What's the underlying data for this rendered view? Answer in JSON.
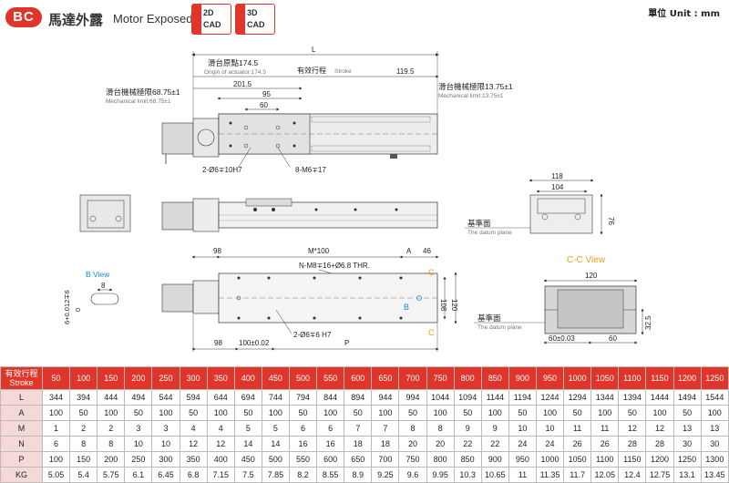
{
  "header": {
    "badge": "BC",
    "title_cn": "馬達外露",
    "title_en": "Motor Exposed",
    "cad_2d_top": "2D",
    "cad_2d_bottom": "CAD",
    "cad_3d_top": "3D",
    "cad_3d_bottom": "CAD",
    "unit": "單位 Unit : mm"
  },
  "colors": {
    "accent": "#e0352b",
    "b_view": "#1e88c8",
    "c_view": "#e8a020",
    "row_header_bg": "#f5d9d6"
  },
  "drawing": {
    "L": "L",
    "origin_cn": "滑台原點174.5",
    "origin_en": "Origin of actuator:174.5",
    "stroke_cn": "有效行程",
    "stroke_en": "Stroke",
    "d_119_5": "119.5",
    "mech_left_cn": "滑台機械極限68.75±1",
    "mech_left_en": "Mechanical limit:68.75±1",
    "mech_right_cn": "滑台機械極限13.75±1",
    "mech_right_en": "Mechanical limit:13.75±1",
    "d_201_5": "201.5",
    "d_95": "95",
    "d_60": "60",
    "hole_2": "2-Ø6∓10H7",
    "hole_8": "8-M6∓17",
    "d_118": "118",
    "d_104": "104",
    "d_76": "76",
    "datum_cn": "基準面",
    "datum_en": "The datum plane",
    "d_98": "98",
    "m_100": "M*100",
    "a_label": "A",
    "d_46": "46",
    "n_holes": "N-M8∓16+Ø6.8 THR.",
    "c_label": "C",
    "b_label": "B",
    "d_108": "108",
    "d_120_right": "120",
    "hole_2_h7": "2-Ø6∓6 H7",
    "d_98_bottom": "98",
    "d_100_tol": "100±0.02",
    "p_label": "P",
    "b_view": "B View",
    "b_dim_h": "6+0.012∓6",
    "b_dim_zero": "0",
    "b_dim_8": "8",
    "c_view": "C-C View",
    "c_120": "120",
    "c_32_5": "32.5",
    "c_60_tol": "60±0.03",
    "c_60": "60",
    "datum2_cn": "基準面",
    "datum2_en": "The datum plane"
  },
  "table": {
    "header_first_cn": "有效行程",
    "header_first_en": "Stroke",
    "strokes": [
      "50",
      "100",
      "150",
      "200",
      "250",
      "300",
      "350",
      "400",
      "450",
      "500",
      "550",
      "600",
      "650",
      "700",
      "750",
      "800",
      "850",
      "900",
      "950",
      "1000",
      "1050",
      "1100",
      "1150",
      "1200",
      "1250"
    ],
    "rows": [
      {
        "label": "L",
        "values": [
          "344",
          "394",
          "444",
          "494",
          "544",
          "594",
          "644",
          "694",
          "744",
          "794",
          "844",
          "894",
          "944",
          "994",
          "1044",
          "1094",
          "1144",
          "1194",
          "1244",
          "1294",
          "1344",
          "1394",
          "1444",
          "1494",
          "1544"
        ]
      },
      {
        "label": "A",
        "values": [
          "100",
          "50",
          "100",
          "50",
          "100",
          "50",
          "100",
          "50",
          "100",
          "50",
          "100",
          "50",
          "100",
          "50",
          "100",
          "50",
          "100",
          "50",
          "100",
          "50",
          "100",
          "50",
          "100",
          "50",
          "100"
        ]
      },
      {
        "label": "M",
        "values": [
          "1",
          "2",
          "2",
          "3",
          "3",
          "4",
          "4",
          "5",
          "5",
          "6",
          "6",
          "7",
          "7",
          "8",
          "8",
          "9",
          "9",
          "10",
          "10",
          "11",
          "11",
          "12",
          "12",
          "13",
          "13"
        ]
      },
      {
        "label": "N",
        "values": [
          "6",
          "8",
          "8",
          "10",
          "10",
          "12",
          "12",
          "14",
          "14",
          "16",
          "16",
          "18",
          "18",
          "20",
          "20",
          "22",
          "22",
          "24",
          "24",
          "26",
          "26",
          "28",
          "28",
          "30",
          "30"
        ]
      },
      {
        "label": "P",
        "values": [
          "100",
          "150",
          "200",
          "250",
          "300",
          "350",
          "400",
          "450",
          "500",
          "550",
          "600",
          "650",
          "700",
          "750",
          "800",
          "850",
          "900",
          "950",
          "1000",
          "1050",
          "1100",
          "1150",
          "1200",
          "1250",
          "1300"
        ]
      },
      {
        "label": "KG",
        "values": [
          "5.05",
          "5.4",
          "5.75",
          "6.1",
          "6.45",
          "6.8",
          "7.15",
          "7.5",
          "7.85",
          "8.2",
          "8.55",
          "8.9",
          "9.25",
          "9.6",
          "9.95",
          "10.3",
          "10.65",
          "11",
          "11.35",
          "11.7",
          "12.05",
          "12.4",
          "12.75",
          "13.1",
          "13.45"
        ]
      }
    ]
  }
}
